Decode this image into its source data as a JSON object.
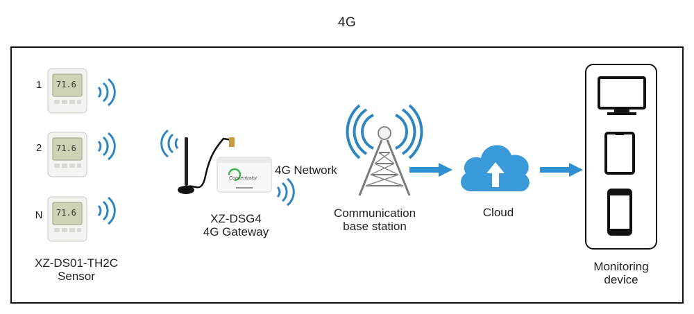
{
  "title": "4G",
  "sensors": {
    "indices": [
      "1",
      "2",
      "N"
    ],
    "display_value": "71.6",
    "label_line1": "XZ-DS01-TH2C",
    "label_line2": "Sensor"
  },
  "gateway": {
    "device_text": "Concentrator",
    "label_line1": "XZ-DSG4",
    "label_line2": "4G Gateway"
  },
  "network_label": "4G Network",
  "base_station": {
    "label_line1": "Communication",
    "label_line2": "base station"
  },
  "cloud": {
    "label": "Cloud"
  },
  "monitoring": {
    "label_line1": "Monitoring",
    "label_line2": "device"
  },
  "colors": {
    "signal_blue": "#2e86c1",
    "arrow_blue": "#2f8fd0",
    "cloud_blue": "#3a9ad9",
    "tower_gray": "#7a7a7a",
    "frame": "#111111"
  }
}
